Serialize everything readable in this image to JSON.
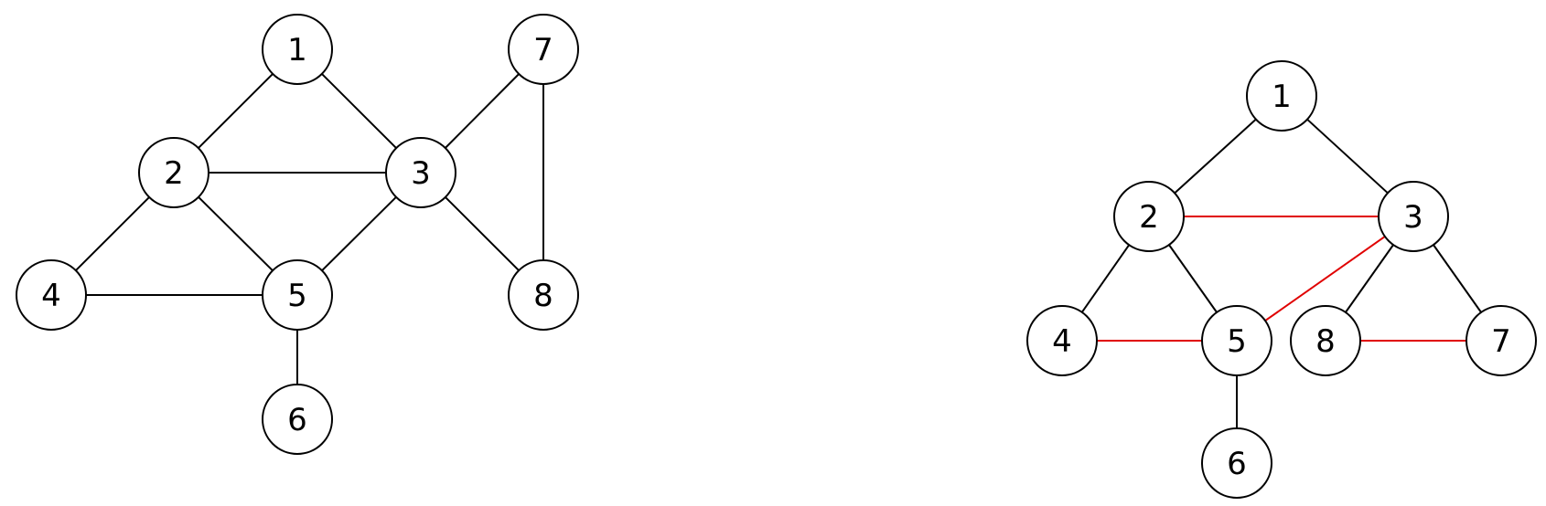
{
  "graphs": [
    {
      "nodes": [
        {
          "id": "1",
          "label": "1"
        },
        {
          "id": "2",
          "label": "2"
        },
        {
          "id": "3",
          "label": "3"
        },
        {
          "id": "4",
          "label": "4"
        },
        {
          "id": "5",
          "label": "5"
        },
        {
          "id": "6",
          "label": "6"
        },
        {
          "id": "7",
          "label": "7"
        },
        {
          "id": "8",
          "label": "8"
        }
      ],
      "edges": [
        {
          "from": "1",
          "to": "2",
          "highlighted": false
        },
        {
          "from": "1",
          "to": "3",
          "highlighted": false
        },
        {
          "from": "2",
          "to": "3",
          "highlighted": false
        },
        {
          "from": "2",
          "to": "4",
          "highlighted": false
        },
        {
          "from": "2",
          "to": "5",
          "highlighted": false
        },
        {
          "from": "3",
          "to": "5",
          "highlighted": false
        },
        {
          "from": "3",
          "to": "7",
          "highlighted": false
        },
        {
          "from": "3",
          "to": "8",
          "highlighted": false
        },
        {
          "from": "4",
          "to": "5",
          "highlighted": false
        },
        {
          "from": "5",
          "to": "6",
          "highlighted": false
        },
        {
          "from": "7",
          "to": "8",
          "highlighted": false
        }
      ]
    },
    {
      "nodes": [
        {
          "id": "1",
          "label": "1"
        },
        {
          "id": "2",
          "label": "2"
        },
        {
          "id": "3",
          "label": "3"
        },
        {
          "id": "4",
          "label": "4"
        },
        {
          "id": "5",
          "label": "5"
        },
        {
          "id": "6",
          "label": "6"
        },
        {
          "id": "7",
          "label": "7"
        },
        {
          "id": "8",
          "label": "8"
        }
      ],
      "edges": [
        {
          "from": "1",
          "to": "2",
          "highlighted": false
        },
        {
          "from": "1",
          "to": "3",
          "highlighted": false
        },
        {
          "from": "2",
          "to": "3",
          "highlighted": true
        },
        {
          "from": "2",
          "to": "4",
          "highlighted": false
        },
        {
          "from": "2",
          "to": "5",
          "highlighted": false
        },
        {
          "from": "3",
          "to": "5",
          "highlighted": true
        },
        {
          "from": "3",
          "to": "8",
          "highlighted": false
        },
        {
          "from": "3",
          "to": "7",
          "highlighted": false
        },
        {
          "from": "4",
          "to": "5",
          "highlighted": true
        },
        {
          "from": "5",
          "to": "6",
          "highlighted": false
        },
        {
          "from": "8",
          "to": "7",
          "highlighted": true
        }
      ]
    }
  ],
  "colors": {
    "edge": "#000000",
    "highlight": "#e00000",
    "node_fill": "#ffffff",
    "node_stroke": "#000000"
  }
}
